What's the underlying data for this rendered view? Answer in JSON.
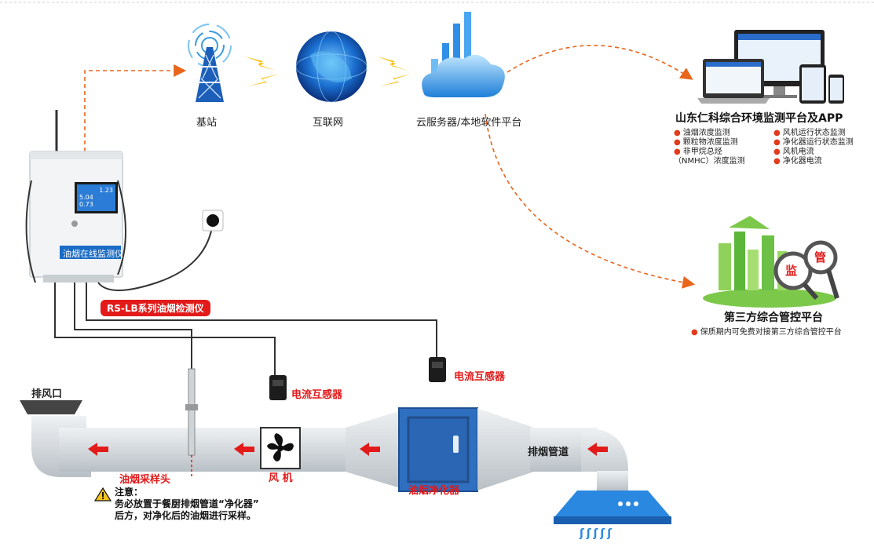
{
  "network": {
    "base_station": "基站",
    "internet": "互联网",
    "cloud": "云服务器/本地软件平台"
  },
  "platform": {
    "title": "山东仁科综合环境监测平台及APP",
    "items_left": [
      "油烟浓度监测",
      "颗粒物浓度监测",
      "非甲烷总烃",
      "（NMHC）浓度监测"
    ],
    "items_right": [
      "风机运行状态监测",
      "净化器运行状态监测",
      "风机电流",
      "净化器电流"
    ]
  },
  "third_party": {
    "title": "第三方综合管控平台",
    "note": "保质期内可免费对接第三方综合管控平台",
    "badge_1": "监",
    "badge_2": "管"
  },
  "device": {
    "panel_label": "油烟在线监测仪",
    "screen_values": [
      "1.23",
      "5.04",
      "0.73"
    ],
    "model_badge": "RS-LB系列油烟检测仪"
  },
  "duct": {
    "exhaust_outlet": "排风口",
    "current_sensor_1": "电流互感器",
    "current_sensor_2": "电流互感器",
    "fan": "风 机",
    "purifier": "油烟净化器",
    "pipe": "排烟管道",
    "sample_head": "油烟采样头",
    "hood_mark": "ʃʃʃʃʃ"
  },
  "notice": {
    "title": "注意：",
    "line1": "务必放置于餐厨排烟管道“净化器”",
    "line2": "后方，对净化后的油烟进行采样。"
  },
  "colors": {
    "accent_red": "#e21a1a",
    "duct_gray": "#d9dde1",
    "device_blue": "#1a6bc4",
    "arrow_orange": "#e8651a"
  }
}
